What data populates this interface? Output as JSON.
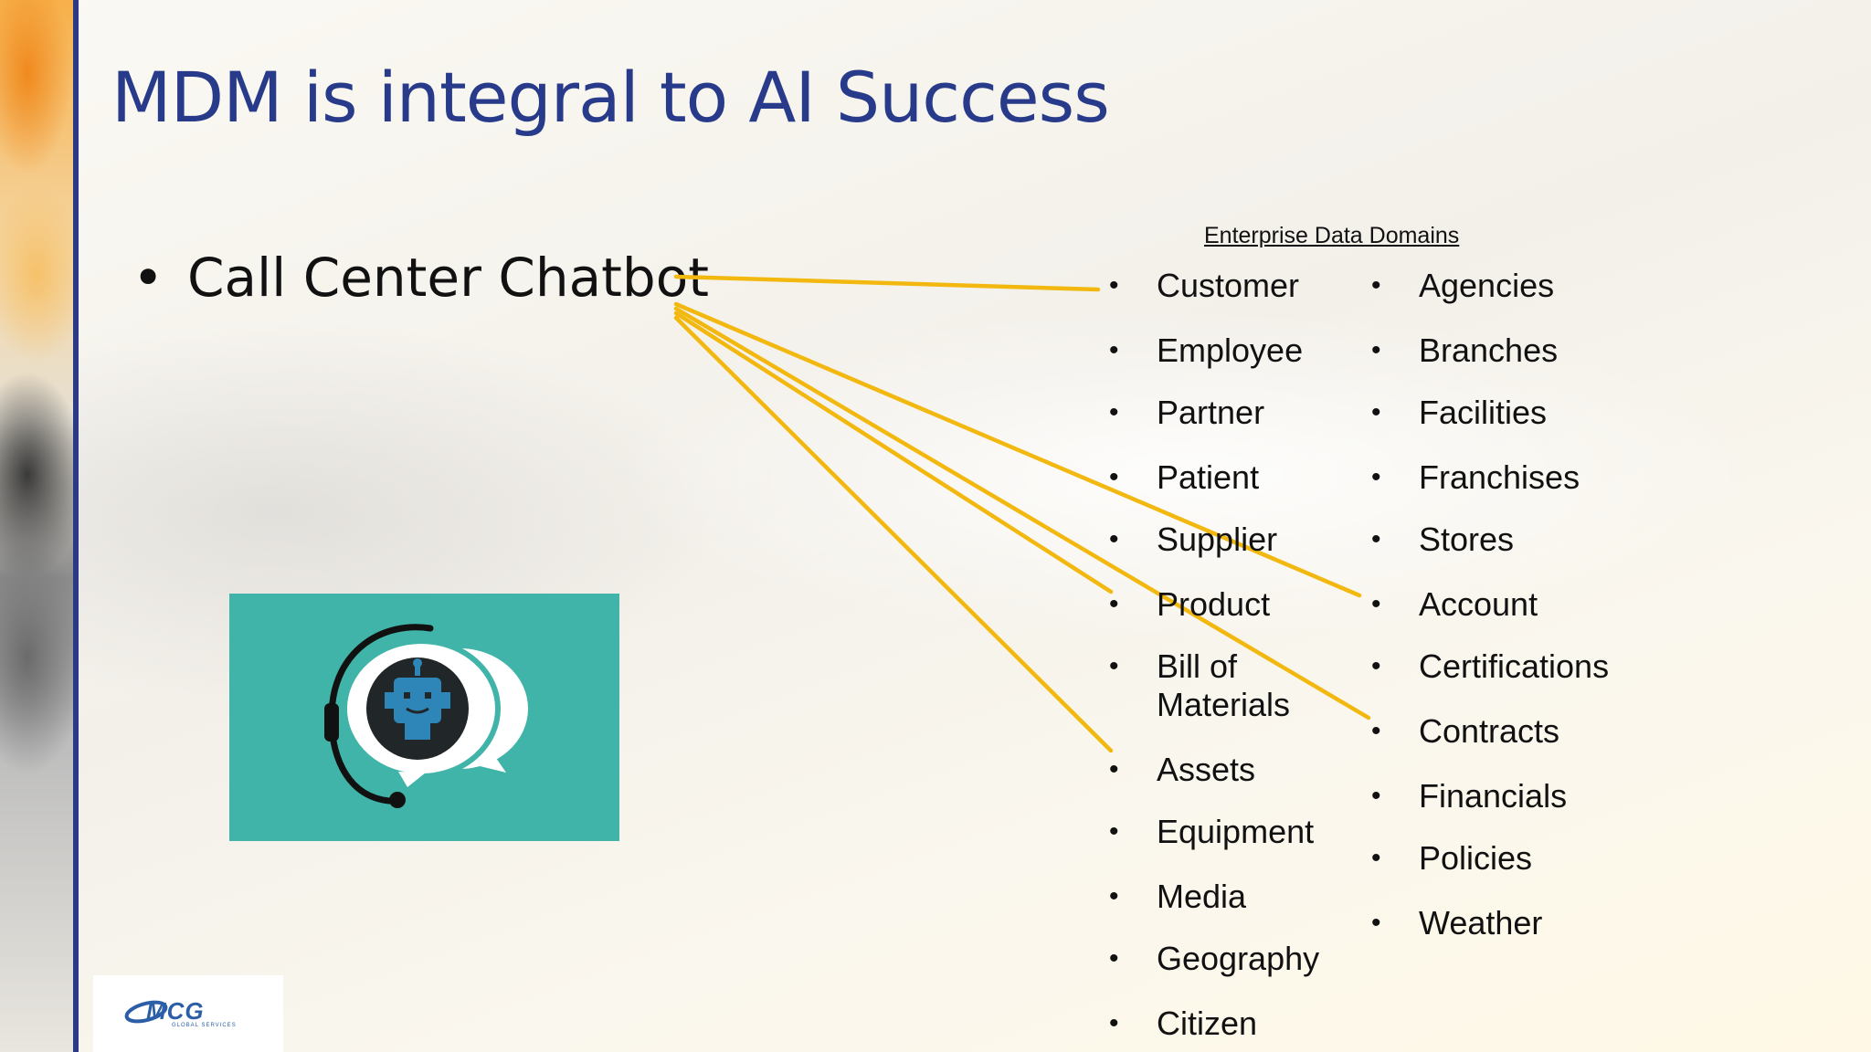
{
  "slide": {
    "title": "MDM is integral to AI Success",
    "bullet": "Call Center Chatbot",
    "domains_heading": "Enterprise Data Domains",
    "column1": [
      "Customer",
      "Employee",
      "Partner",
      "Patient",
      "Supplier",
      "Product",
      "Bill of Materials",
      "Assets",
      "Equipment",
      "Media",
      "Geography",
      "Citizen"
    ],
    "column2": [
      "Agencies",
      "Branches",
      "Facilities",
      "Franchises",
      "Stores",
      "Account",
      "Certifications",
      "Contracts",
      "Financials",
      "Policies",
      "Weather"
    ],
    "bullet_char": "•"
  },
  "logo": {
    "name": "MCG",
    "subtitle": "GLOBAL SERVICES"
  },
  "colors": {
    "title": "#283a8a",
    "accent_rule": "#2b3a87",
    "connector": "#f2b80f",
    "chatbot_bg": "#40b4a8"
  },
  "icons": [
    "chatbot-headset-icon",
    "speech-bubble-icon",
    "robot-face-icon",
    "mcg-logo"
  ]
}
